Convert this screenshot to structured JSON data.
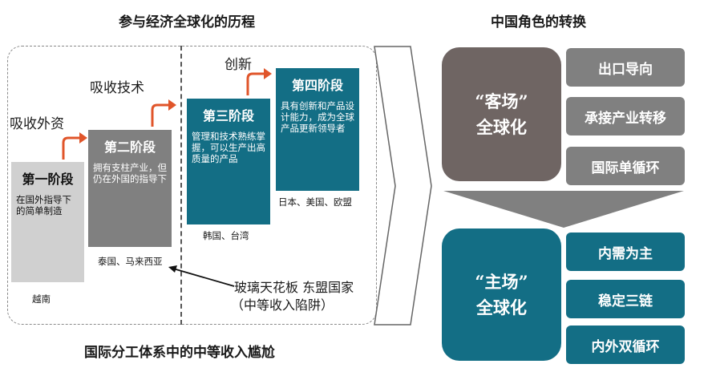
{
  "left_title": "参与经济全球化的历程",
  "right_title": "中国角色的转换",
  "bottom_title": "国际分工体系中的中等收入尴尬",
  "stage_labels": [
    "吸收外资",
    "吸收技术",
    "创新"
  ],
  "stages": [
    {
      "title": "第一阶段",
      "desc": "在国外指导下的简单制造",
      "countries": "越南"
    },
    {
      "title": "第二阶段",
      "desc": "拥有支柱产业，但仍在外国的指导下",
      "countries": "泰国、马来西亚"
    },
    {
      "title": "第三阶段",
      "desc": "管理和技术熟练掌握，可以生产出高质量的产品",
      "countries": "韩国、台湾"
    },
    {
      "title": "第四阶段",
      "desc": "具有创新和产品设计能力，成为全球产品更新领导者",
      "countries": "日本、美国、欧盟"
    }
  ],
  "trap": {
    "line1": "玻璃天花板 东盟国家",
    "line2": "（中等收入陷阱）"
  },
  "roles": [
    {
      "quote": "“客场”",
      "name": "全球化",
      "items": [
        "出口导向",
        "承接产业转移",
        "国际单循环"
      ]
    },
    {
      "quote": "“主场”",
      "name": "全球化",
      "items": [
        "内需为主",
        "稳定三链",
        "内外双循环"
      ]
    }
  ],
  "colors": {
    "teal": "#136e85",
    "grey_dark": "#808080",
    "grey_light": "#d0d0d0",
    "role_grey": "#6f6563",
    "arrow_orange": "#e0552a"
  }
}
